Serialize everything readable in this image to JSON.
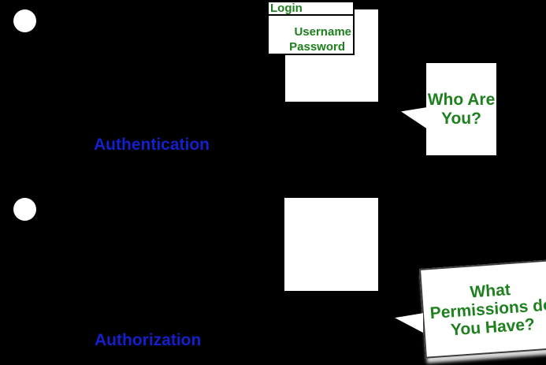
{
  "colors": {
    "background": "#000000",
    "label_blue": "#1420cb",
    "text_green": "#1e801e",
    "shape_white": "#ffffff"
  },
  "authentication": {
    "label": "Authentication",
    "login_window": {
      "title": "Login",
      "fields": [
        "Username",
        "Password"
      ]
    },
    "speech_bubble": {
      "lines": [
        "Who Are",
        "You?"
      ]
    }
  },
  "authorization": {
    "label": "Authorization",
    "speech_bubble": {
      "lines": [
        "What",
        "Permissions do",
        "You Have?"
      ]
    }
  }
}
